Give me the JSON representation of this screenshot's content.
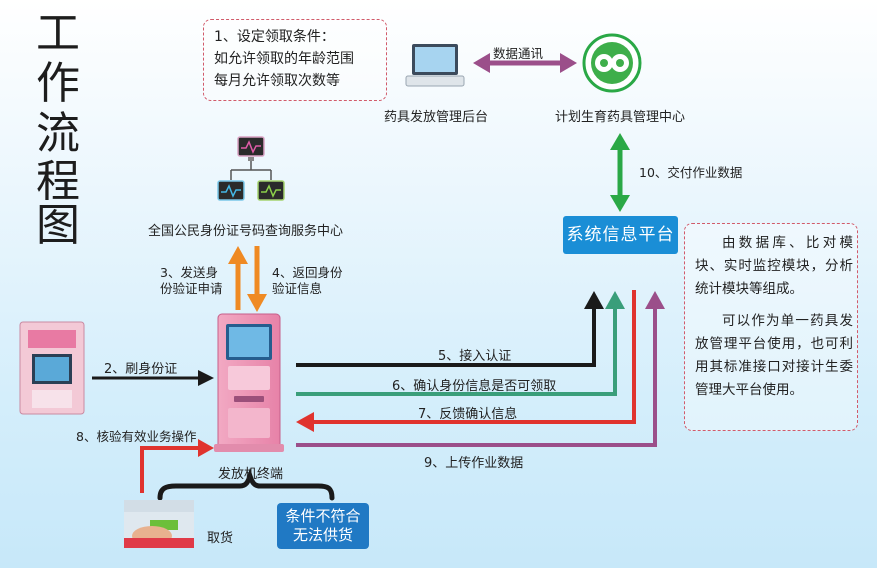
{
  "title_chars": [
    "工",
    "作",
    "流",
    "程",
    "图"
  ],
  "conditions_note": {
    "lines": [
      "1、设定领取条件：",
      "如允许领取的年龄范围",
      "每月允许领取次数等"
    ]
  },
  "nodes": {
    "admin_backend": "药具发放管理后台",
    "family_center": "计划生育药具管理中心",
    "id_service_center": "全国公民身份证号码查询服务中心",
    "system_platform": "系统信息平台",
    "terminal": "发放机终端",
    "pickup": "取货"
  },
  "unavailable": {
    "line1": "条件不符合",
    "line2": "无法供货"
  },
  "steps": {
    "data_comm": "数据通讯",
    "s2": "2、刷身份证",
    "s3_line1": "3、发送身",
    "s3_line2": "份验证申请",
    "s4_line1": "4、返回身份",
    "s4_line2": "验证信息",
    "s5": "5、接入认证",
    "s6": "6、确认身份信息是否可领取",
    "s7": "7、反馈确认信息",
    "s8": "8、核验有效业务操作",
    "s9": "9、上传作业数据",
    "s10": "10、交付作业数据"
  },
  "description": {
    "para1": "由数据库、比对模块、实时监控模块，分析统计模块等组成。",
    "para2": "可以作为单一药具发放管理平台使用，也可利用其标准接口对接计生委管理大平台使用。"
  },
  "colors": {
    "black_arrow": "#1a1a1a",
    "teal_arrow": "#3a9e7a",
    "red_arrow": "#e0332e",
    "purple_arrow": "#9b4f8a",
    "orange_arrow": "#ef8a23",
    "green_arrow": "#2aa846",
    "platform_blue": "#1a8ed6",
    "dashed_border": "#d15a6a"
  },
  "icons": [
    "monitor-icon",
    "network-computers-icon",
    "family-planning-logo",
    "kiosk-terminal-icon",
    "card-reader-icon",
    "pickup-hand-icon"
  ]
}
